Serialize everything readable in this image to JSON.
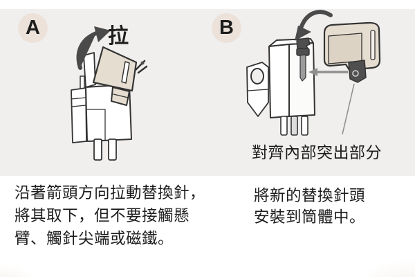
{
  "page": {
    "type": "stylus-replacement-instructions"
  },
  "colors": {
    "page_bg": "#ffffff",
    "band_bg": "#f0efee",
    "badge_bg": "#ece2da",
    "stylus_beige": "#e5ddd0",
    "stylus_beige_dark": "#dcd3c4",
    "outline": "#333333",
    "arrow_dark": "#4a4a4a",
    "arrow_gray": "#909090",
    "metal_gray": "#9b9b9b",
    "dark_part": "#4f4f4f",
    "text": "#1d1d1d"
  },
  "steps": [
    {
      "id": "A",
      "action_label": "拉",
      "illustration": "cartridge-with-stylus-being-pulled-off",
      "caption_lines": [
        "沿著箭頭方向拉動替換針，",
        "將其取下，但不要接觸懸",
        "臂、觸針尖端或磁鐵。"
      ]
    },
    {
      "id": "B",
      "callout": "對齊內部突出部分",
      "illustration": "new-stylus-inserted-into-cartridge-body",
      "caption_lines": [
        "將新的替換針頭",
        "安裝到筒體中。"
      ]
    }
  ]
}
